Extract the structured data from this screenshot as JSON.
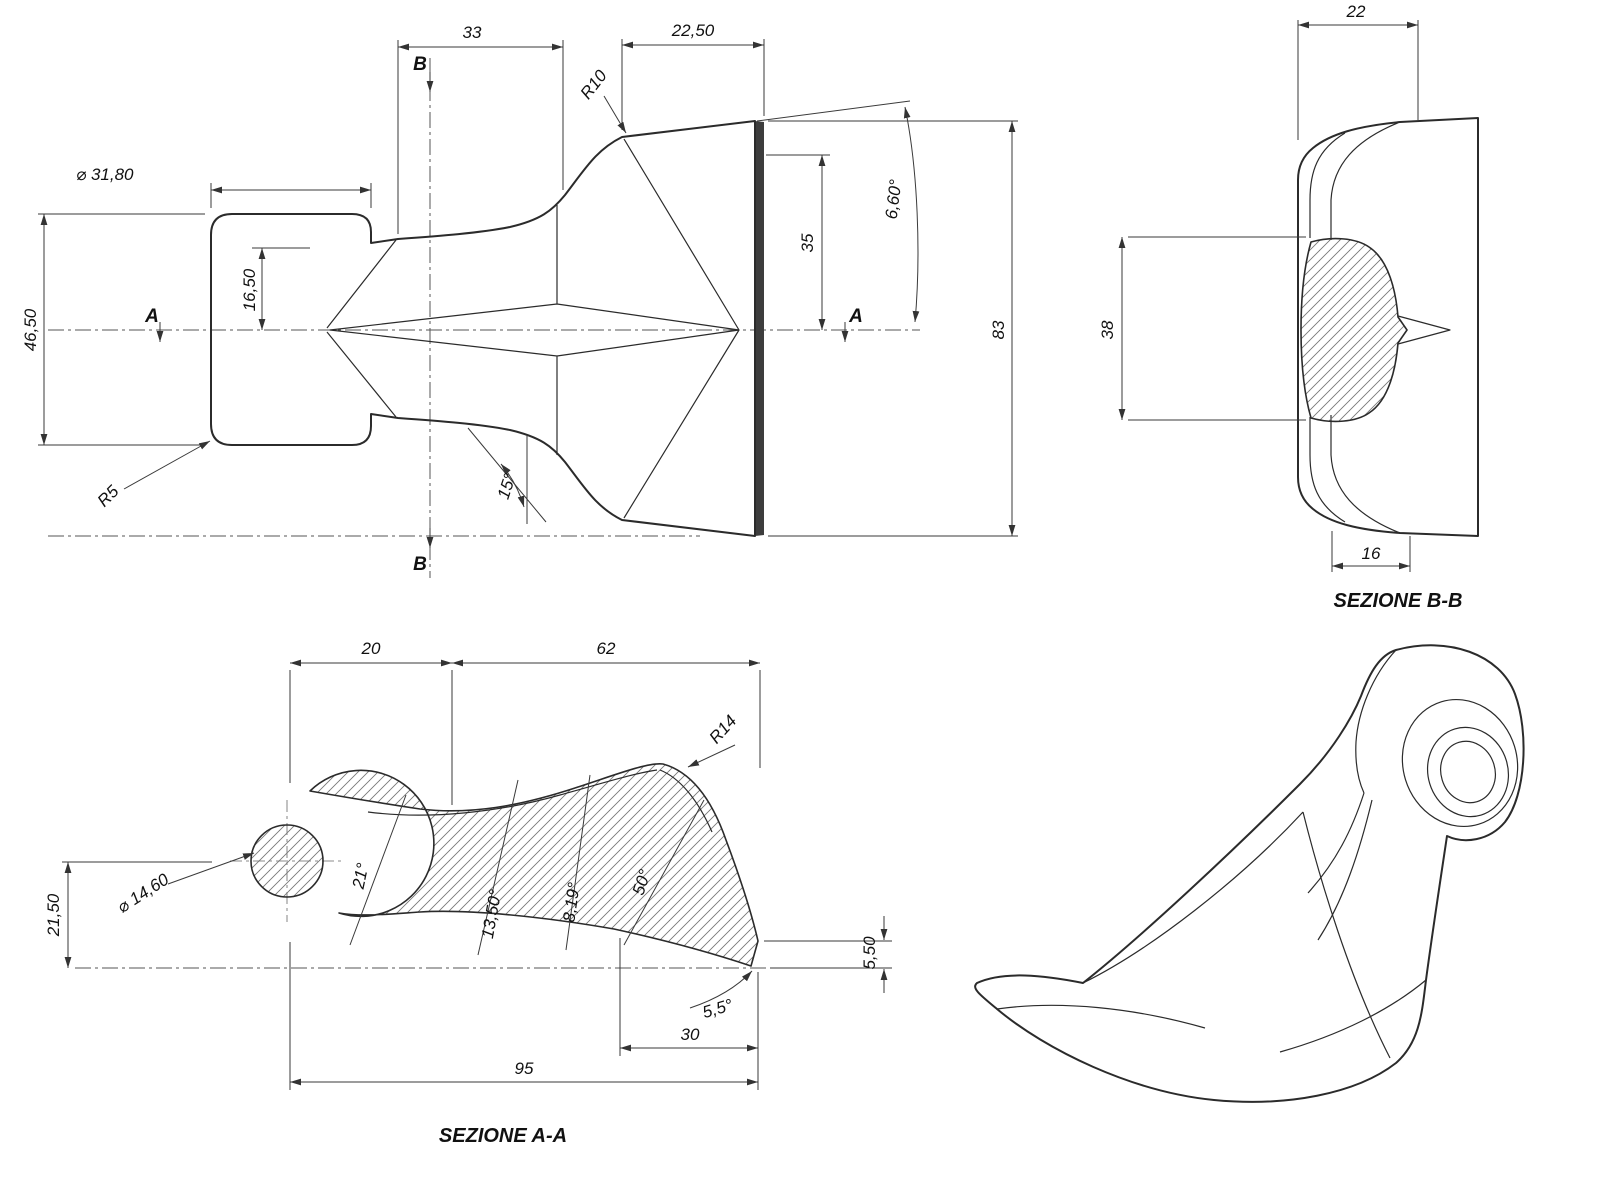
{
  "front_view": {
    "marker_a": "A",
    "marker_b": "B",
    "dims": {
      "neck_width": "33",
      "head_width": "22,50",
      "top_radius": "R10",
      "boss_diameter": "⌀ 31,80",
      "bore_offset": "16,50",
      "boss_height": "46,50",
      "face_half_height": "35",
      "face_angle": "6,60°",
      "face_height": "83",
      "boss_radius": "R5",
      "neck_angle": "15°"
    }
  },
  "section_bb": {
    "label": "SEZIONE B-B",
    "dims": {
      "overall_width": "22",
      "core_height": "38",
      "core_width": "16"
    }
  },
  "section_aa": {
    "label": "SEZIONE A-A",
    "dims": {
      "eye_length": "20",
      "body_length": "62",
      "crest_radius": "R14",
      "hole_diameter": "⌀ 14,60",
      "eye_center_height": "21,50",
      "angle_a": "21°",
      "angle_b": "13,50°",
      "angle_c": "8,19°",
      "angle_d": "50°",
      "tip_angle": "5,5°",
      "tip_thickness": "5,50",
      "tip_length": "30",
      "overall_length": "95"
    }
  }
}
